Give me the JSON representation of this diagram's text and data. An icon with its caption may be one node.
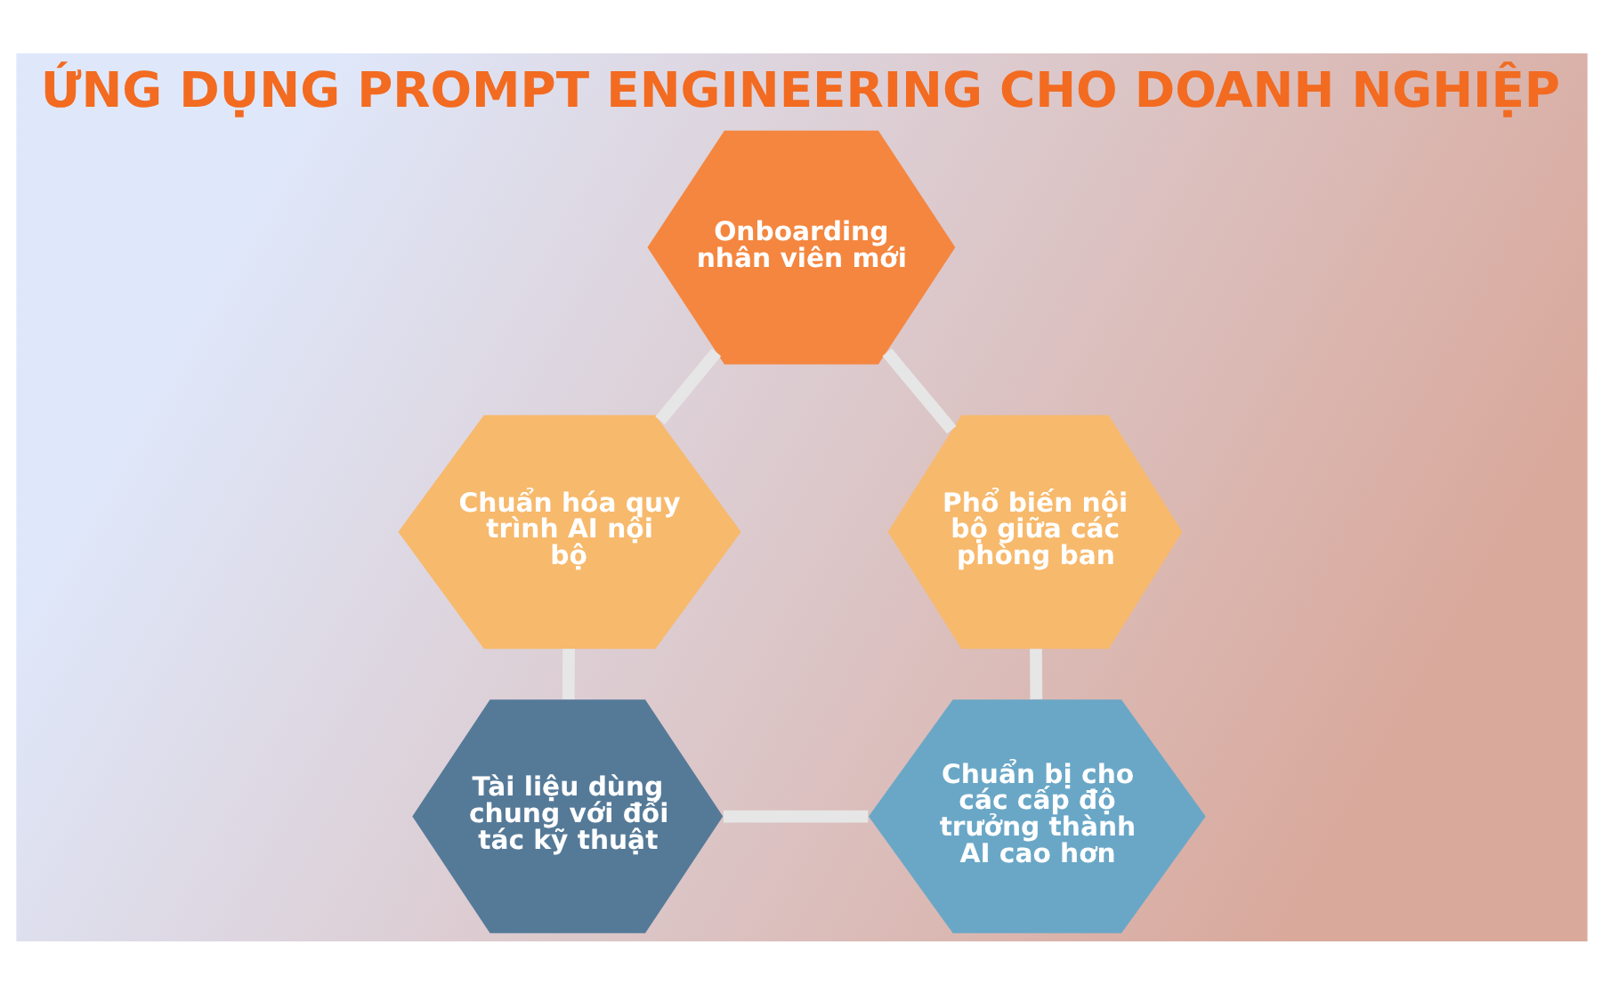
{
  "diagram": {
    "title": "ỨNG DỤNG PROMPT ENGINEERING CHO DOANH NGHIỆP",
    "nodes": [
      {
        "text": [
          "Onboarding nhân viên mới"
        ]
      },
      {
        "text": [
          "Chuẩn hóa quy trình AI nội bộ"
        ]
      },
      {
        "text": [
          "Phổ biến nội bộ giữa các phòng ban"
        ]
      },
      {
        "text": [
          "Tài liệu dùng chung với đối tác kỹ thuật"
        ]
      },
      {
        "text": [
          "Chuẩn bị cho các cấp độ trưởng thành AI cao hơn"
        ]
      }
    ],
    "edges": [
      {
        "from": 0,
        "to": 1,
        "arrow": "none"
      },
      {
        "from": 1,
        "to": 3,
        "arrow": "none"
      },
      {
        "from": 3,
        "to": 4,
        "arrow": "none"
      },
      {
        "from": 4,
        "to": 2,
        "arrow": "none"
      },
      {
        "from": 2,
        "to": 0,
        "arrow": "none"
      }
    ]
  }
}
